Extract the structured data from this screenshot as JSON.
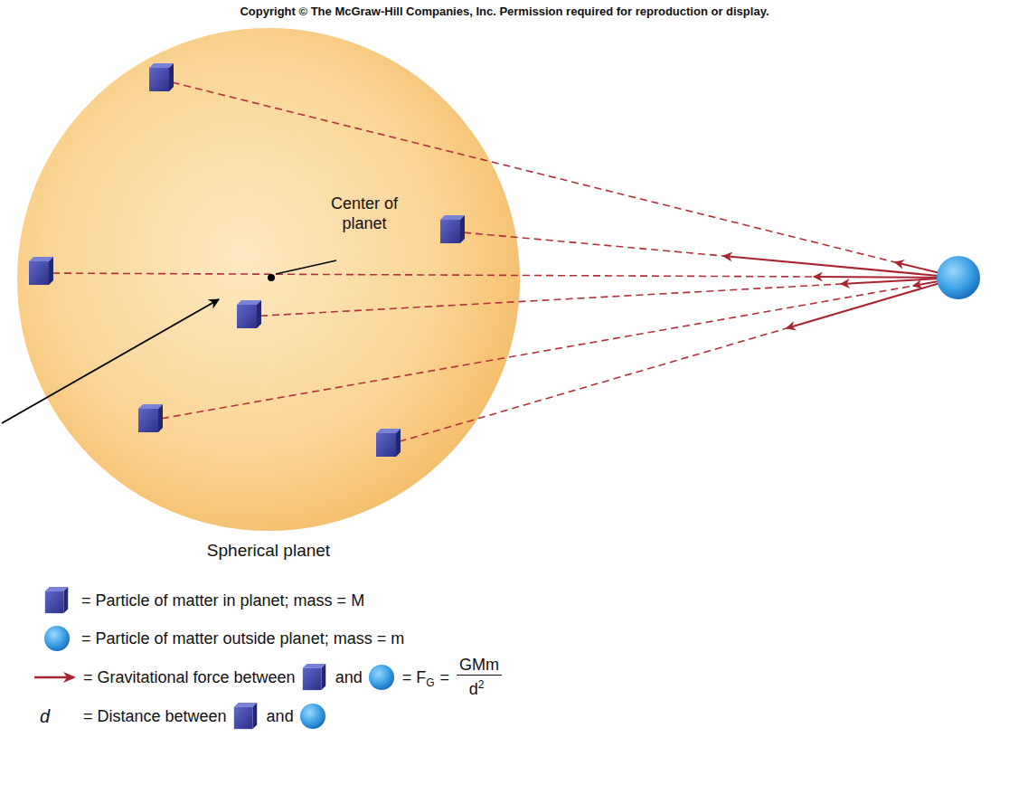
{
  "diagram": {
    "nodes": [
      {
        "text": [
          "Center of planet",
          "Spherical planet"
        ]
      }
    ],
    "labels": [
      "Copyright © The McGraw-Hill Companies, Inc. Permission required for reproduction or display.",
      "and",
      "= F",
      "G",
      "=",
      "GMm",
      "d",
      "2",
      "d",
      "and"
    ],
    "legend": [
      {
        "text": "= Particle of matter in planet; mass = M"
      },
      {
        "text": "= Particle of matter outside planet; mass = m"
      },
      {
        "text": "= Gravitational force between"
      },
      {
        "text": "= Distance between"
      }
    ]
  }
}
